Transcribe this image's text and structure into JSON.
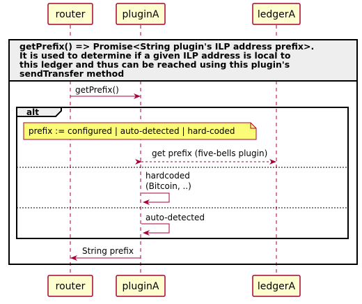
{
  "participants": [
    {
      "id": "router",
      "label": "router"
    },
    {
      "id": "pluginA",
      "label": "pluginA"
    },
    {
      "id": "ledgerA",
      "label": "ledgerA"
    }
  ],
  "group": {
    "lines": [
      "getPrefix() => Promise<String plugin's ILP address prefix>.",
      "It is used to determine if a given ILP address is local to",
      "this ledger and thus can be reached using this plugin's",
      "sendTransfer method"
    ]
  },
  "messages": {
    "get_prefix": "getPrefix()",
    "get_prefix_five_bells": "get prefix (five-bells plugin)",
    "hardcoded_line1": "hardcoded",
    "hardcoded_line2": "(Bitcoin, ..)",
    "auto_detected": "auto-detected",
    "string_prefix": "String prefix"
  },
  "alt": {
    "label": "alt",
    "note": "prefix := configured | auto-detected | hard-coded"
  },
  "colors": {
    "participant_fill": "#FEFECE",
    "participant_border": "#A80036",
    "arrow": "#A80036",
    "group_header_fill": "#EEEEEE",
    "note_fill": "#FBFB77"
  }
}
